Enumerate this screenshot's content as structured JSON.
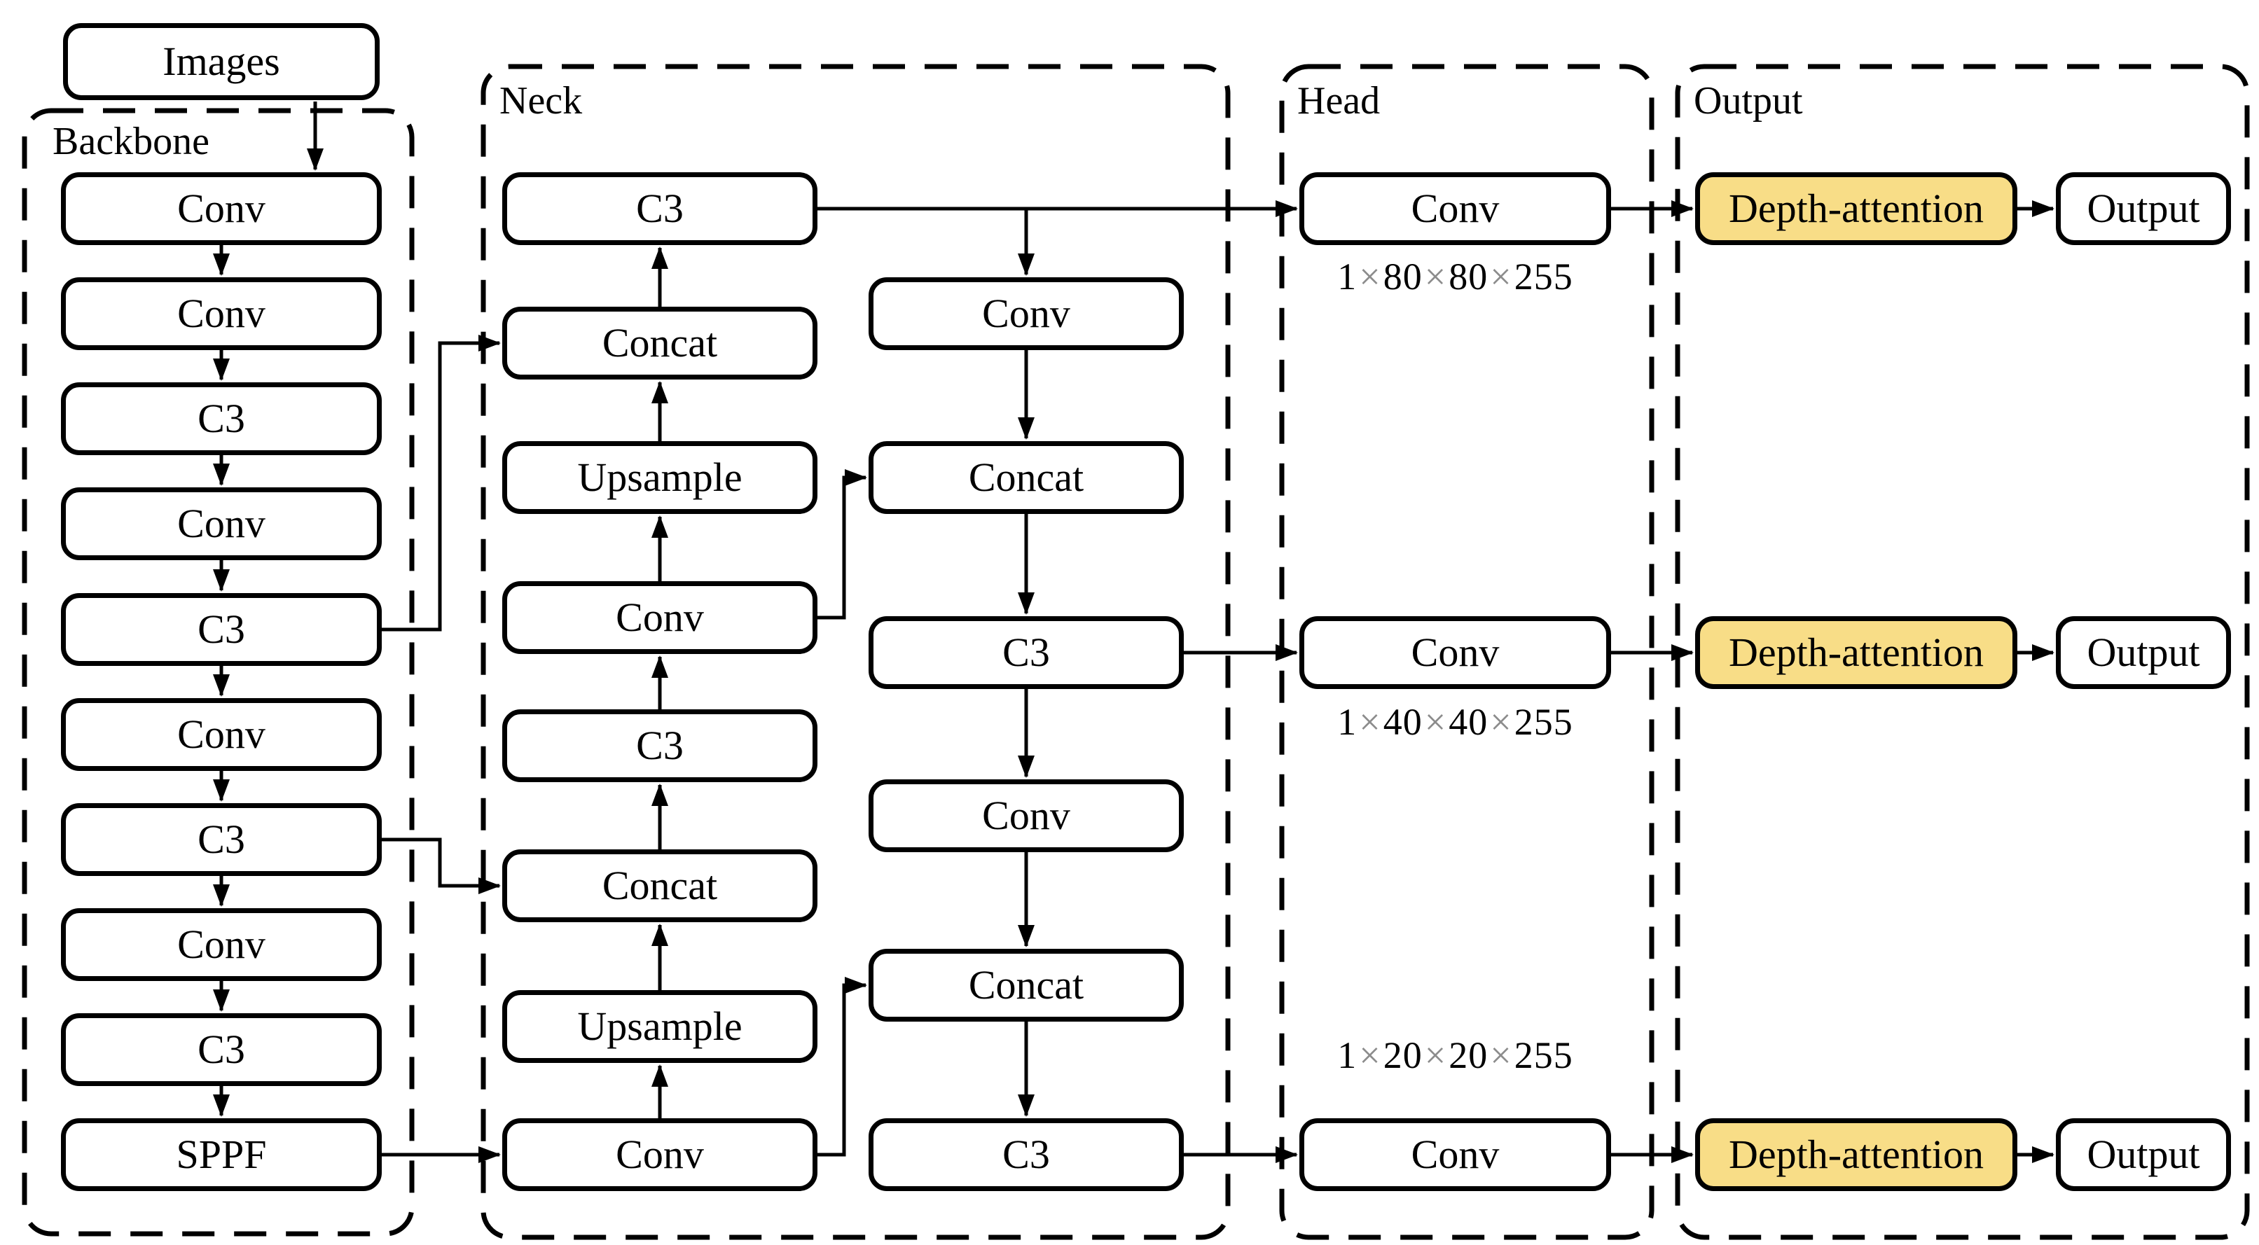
{
  "diagram": {
    "input_label": "Images",
    "sections": {
      "backbone": {
        "label": "Backbone",
        "nodes": [
          "Conv",
          "Conv",
          "C3",
          "Conv",
          "C3",
          "Conv",
          "C3",
          "Conv",
          "C3",
          "SPPF"
        ]
      },
      "neck": {
        "label": "Neck",
        "left_column": [
          "C3",
          "Concat",
          "Upsample",
          "Conv",
          "C3",
          "Concat",
          "Upsample",
          "Conv"
        ],
        "right_column": [
          "Conv",
          "Concat",
          "C3",
          "Conv",
          "Concat",
          "C3"
        ]
      },
      "head": {
        "label": "Head",
        "nodes": [
          "Conv",
          "Conv",
          "Conv"
        ],
        "dims": [
          "1×80×80×255",
          "1×40×40×255",
          "1×20×20×255"
        ]
      },
      "output": {
        "label": "Output",
        "attention_nodes": [
          "Depth-attention",
          "Depth-attention",
          "Depth-attention"
        ],
        "output_nodes": [
          "Output",
          "Output",
          "Output"
        ]
      }
    },
    "colors": {
      "attention_fill": "#F8DD87",
      "node_fill": "#FFFFFF",
      "stroke": "#000000",
      "dim_times_color": "#8C8C8C"
    }
  }
}
